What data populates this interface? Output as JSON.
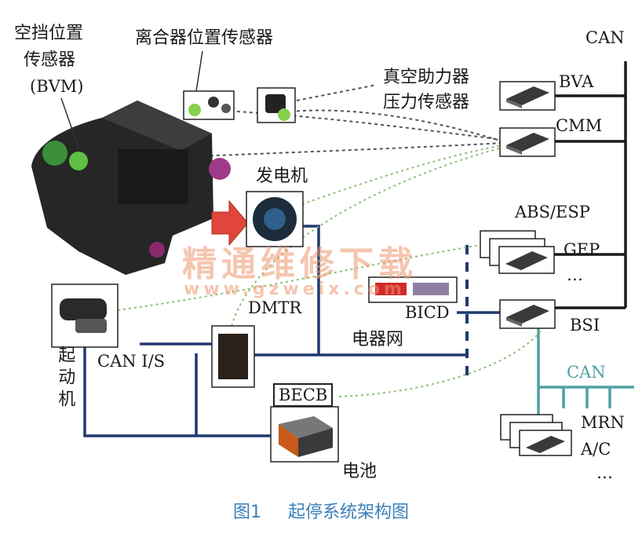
{
  "labels": {
    "bvm_line1": "空挡位置",
    "bvm_line2": "传感器",
    "bvm_line3": "(BVM)",
    "clutch": "离合器位置传感器",
    "vacuum_line1": "真空助力器",
    "vacuum_line2": "压力传感器",
    "can_top": "CAN",
    "bva": "BVA",
    "cmm": "CMM",
    "generator": "发电机",
    "abs_esp": "ABS/ESP",
    "gep": "GEP",
    "dots1": "…",
    "dmtr": "DMTR",
    "bicd": "BICD",
    "bsi": "BSI",
    "starter": "起动机",
    "can_is": "CAN I/S",
    "electrical_network": "电器网",
    "can_bottom": "CAN",
    "becb": "BECB",
    "mrn": "MRN",
    "ac": "A/C",
    "dots2": "…",
    "battery": "电池"
  },
  "caption": {
    "number": "图1",
    "title": "起停系统架构图"
  },
  "watermark": {
    "line1": "精通维修下载",
    "line2": "www.gzweix.com"
  },
  "colors": {
    "wire": "#1e3a6e",
    "can_bus": "#1a1a1a",
    "can_lower": "#4fa0a3",
    "sensor_link": "#555555",
    "green_link": "#8fbf7a",
    "arrow": "#e0463a",
    "caption": "#3b7fb7"
  }
}
